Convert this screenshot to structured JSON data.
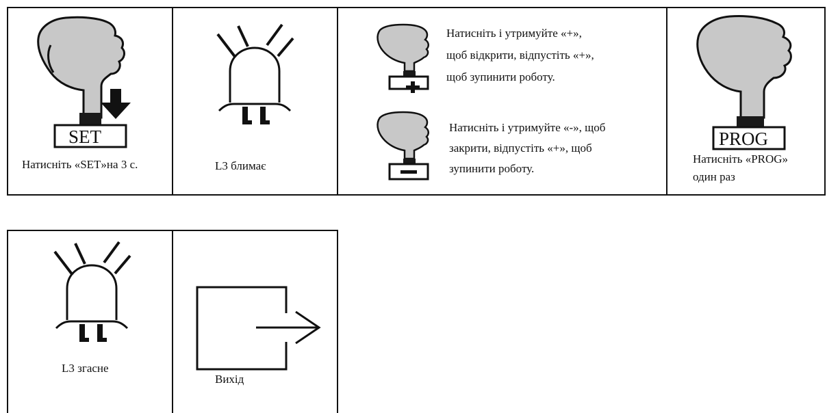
{
  "row1": {
    "step1": {
      "button_label": "SET",
      "caption": "Натисніть «SET»на 3 с."
    },
    "step2": {
      "caption": "L3 блимає"
    },
    "step3": {
      "open_instruction": [
        "Натисніть і утримуйте «+»,",
        "щоб відкрити, відпустіть «+»,",
        "щоб зупинити роботу."
      ],
      "close_instruction": [
        "Натисніть і утримуйте «-», щоб",
        "закрити, відпустіть «+», щоб",
        "зупинити роботу."
      ]
    },
    "step4": {
      "button_label": "PROG",
      "caption": [
        "Натисніть «PROG»",
        "один раз"
      ]
    }
  },
  "row2": {
    "step5": {
      "caption": "L3 згасне"
    },
    "step6": {
      "caption": "Вихід"
    }
  },
  "icons": [
    "hand-press-icon",
    "down-arrow-icon",
    "led-blinking-icon",
    "plus-button-icon",
    "minus-button-icon",
    "exit-icon"
  ]
}
